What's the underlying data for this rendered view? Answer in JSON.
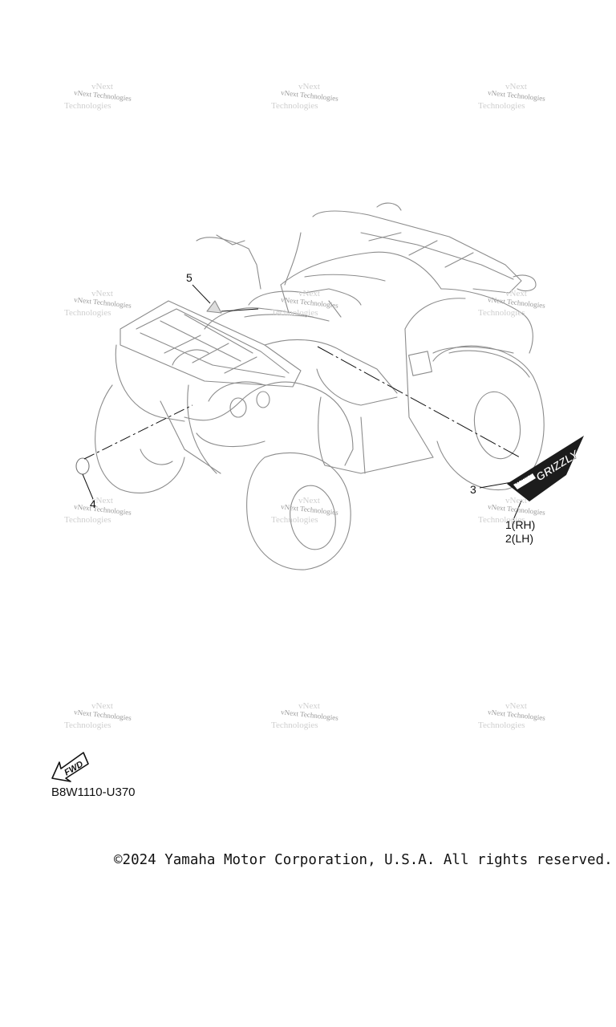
{
  "callouts": {
    "c1": "1(RH)",
    "c2": "2(LH)",
    "c3": "3",
    "c4": "4",
    "c5": "5"
  },
  "watermark": {
    "text": "vNext Technologies",
    "ghost_a": "vNext",
    "ghost_b": "Technologies"
  },
  "decal": {
    "brand": "YAMAHA",
    "model": "GRIZZLY"
  },
  "fwd": {
    "label": "FWD",
    "icon": "fwd-arrow-icon"
  },
  "figure_code": "B8W1110-U370",
  "copyright": "©2024 Yamaha Motor Corporation, U.S.A. All rights reserved."
}
